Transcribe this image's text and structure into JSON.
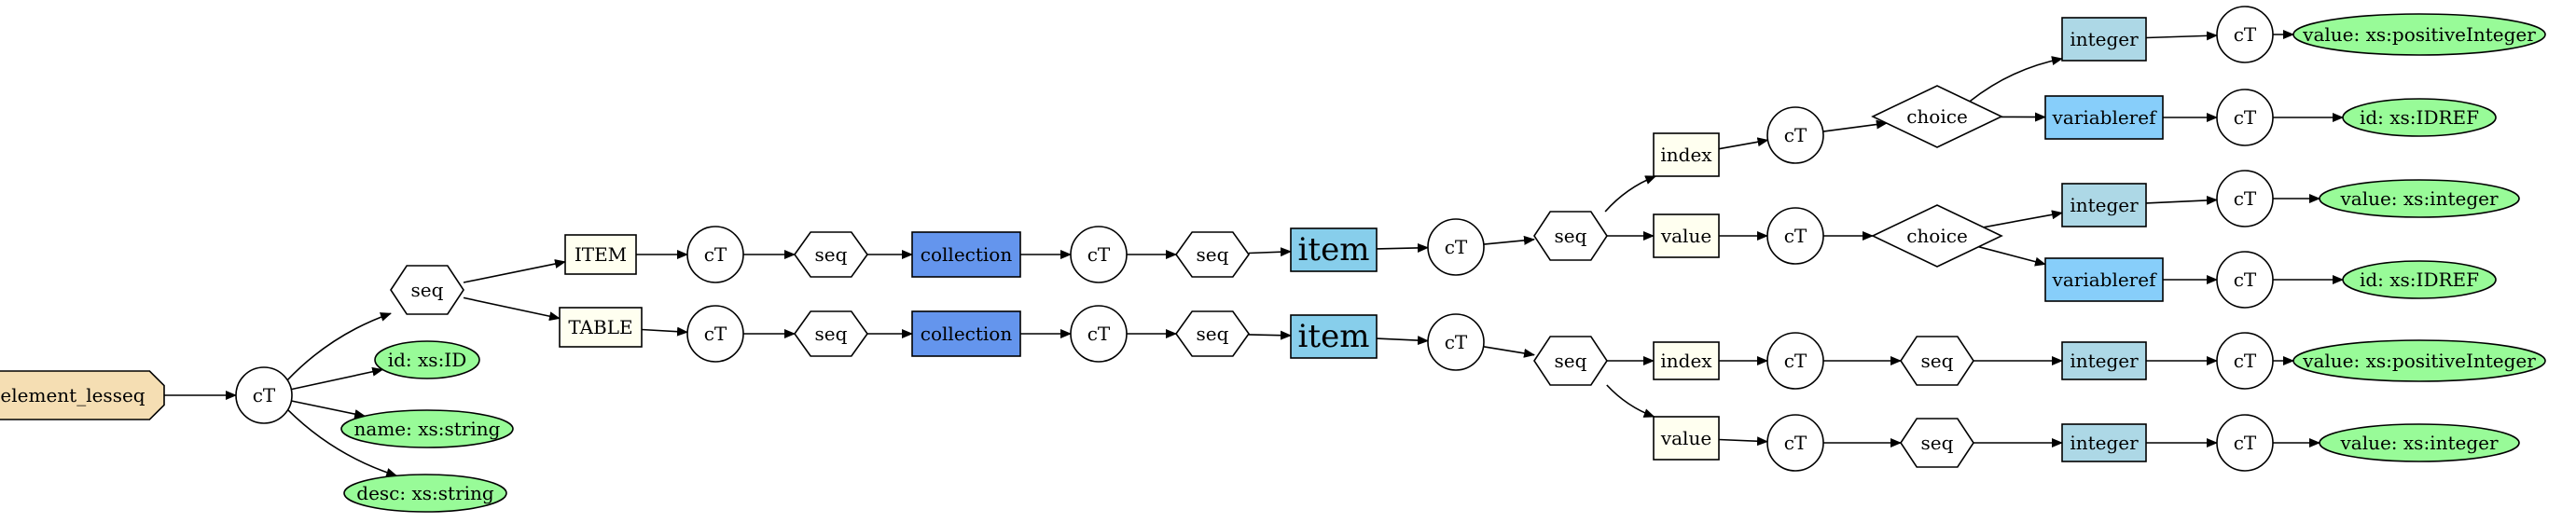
{
  "colors": {
    "root": "#f5deb3",
    "attribute": "#98fb98",
    "element": "#fffff0",
    "collection": "#6495ed",
    "item": "#87ceeb",
    "integer": "#add8e6",
    "variableref": "#87cefa",
    "plain": "#ffffff"
  },
  "nodes": {
    "root": {
      "label": "element_lesseq",
      "shape": "octagon",
      "fill": "root"
    },
    "ct0": {
      "label": "cT",
      "shape": "circle",
      "fill": "plain"
    },
    "seq0": {
      "label": "seq",
      "shape": "hexagon",
      "fill": "plain"
    },
    "attrId": {
      "label": "id: xs:ID",
      "shape": "ellipse",
      "fill": "attribute",
      "outline": true
    },
    "attrName": {
      "label": "name: xs:string",
      "shape": "ellipse",
      "fill": "attribute",
      "outline": false
    },
    "attrDesc": {
      "label": "desc: xs:string",
      "shape": "ellipse",
      "fill": "attribute",
      "outline": false
    },
    "item_el": {
      "label": "ITEM",
      "shape": "box",
      "fill": "element"
    },
    "ct1": {
      "label": "cT",
      "shape": "circle",
      "fill": "plain"
    },
    "seq1": {
      "label": "seq",
      "shape": "hexagon",
      "fill": "plain"
    },
    "coll1": {
      "label": "collection",
      "shape": "box",
      "fill": "collection"
    },
    "ct2": {
      "label": "cT",
      "shape": "circle",
      "fill": "plain"
    },
    "seq2": {
      "label": "seq",
      "shape": "hexagon",
      "fill": "plain"
    },
    "itemA": {
      "label": "item",
      "shape": "box",
      "fill": "item",
      "big": true
    },
    "ct3": {
      "label": "cT",
      "shape": "circle",
      "fill": "plain"
    },
    "seq3": {
      "label": "seq",
      "shape": "hexagon",
      "fill": "plain"
    },
    "indexA": {
      "label": "index",
      "shape": "box",
      "fill": "element"
    },
    "ct4": {
      "label": "cT",
      "shape": "circle",
      "fill": "plain"
    },
    "choiceA": {
      "label": "choice",
      "shape": "diamond",
      "fill": "plain"
    },
    "intA": {
      "label": "integer",
      "shape": "box",
      "fill": "integer"
    },
    "ct5": {
      "label": "cT",
      "shape": "circle",
      "fill": "plain"
    },
    "valA": {
      "label": "value: xs:positiveInteger",
      "shape": "ellipse",
      "fill": "attribute",
      "outline": true
    },
    "varA": {
      "label": "variableref",
      "shape": "box",
      "fill": "variableref"
    },
    "ct6": {
      "label": "cT",
      "shape": "circle",
      "fill": "plain"
    },
    "idA": {
      "label": "id: xs:IDREF",
      "shape": "ellipse",
      "fill": "attribute",
      "outline": false
    },
    "valueA": {
      "label": "value",
      "shape": "box",
      "fill": "element"
    },
    "ct7": {
      "label": "cT",
      "shape": "circle",
      "fill": "plain"
    },
    "choiceB": {
      "label": "choice",
      "shape": "diamond",
      "fill": "plain"
    },
    "intB": {
      "label": "integer",
      "shape": "box",
      "fill": "integer"
    },
    "ct8": {
      "label": "cT",
      "shape": "circle",
      "fill": "plain"
    },
    "valB": {
      "label": "value: xs:integer",
      "shape": "ellipse",
      "fill": "attribute",
      "outline": false
    },
    "varB": {
      "label": "variableref",
      "shape": "box",
      "fill": "variableref"
    },
    "ct9": {
      "label": "cT",
      "shape": "circle",
      "fill": "plain"
    },
    "idB": {
      "label": "id: xs:IDREF",
      "shape": "ellipse",
      "fill": "attribute",
      "outline": false
    },
    "table_el": {
      "label": "TABLE",
      "shape": "box",
      "fill": "element"
    },
    "ct10": {
      "label": "cT",
      "shape": "circle",
      "fill": "plain"
    },
    "seq4": {
      "label": "seq",
      "shape": "hexagon",
      "fill": "plain"
    },
    "coll2": {
      "label": "collection",
      "shape": "box",
      "fill": "collection"
    },
    "ct11": {
      "label": "cT",
      "shape": "circle",
      "fill": "plain"
    },
    "seq5": {
      "label": "seq",
      "shape": "hexagon",
      "fill": "plain"
    },
    "itemB": {
      "label": "item",
      "shape": "box",
      "fill": "item",
      "big": true
    },
    "ct12": {
      "label": "cT",
      "shape": "circle",
      "fill": "plain"
    },
    "seq6": {
      "label": "seq",
      "shape": "hexagon",
      "fill": "plain"
    },
    "indexB": {
      "label": "index",
      "shape": "box",
      "fill": "element"
    },
    "ct13": {
      "label": "cT",
      "shape": "circle",
      "fill": "plain"
    },
    "seq7": {
      "label": "seq",
      "shape": "hexagon",
      "fill": "plain"
    },
    "intC": {
      "label": "integer",
      "shape": "box",
      "fill": "integer"
    },
    "ct14": {
      "label": "cT",
      "shape": "circle",
      "fill": "plain"
    },
    "valC": {
      "label": "value: xs:positiveInteger",
      "shape": "ellipse",
      "fill": "attribute",
      "outline": true
    },
    "valueB": {
      "label": "value",
      "shape": "box",
      "fill": "element"
    },
    "ct15": {
      "label": "cT",
      "shape": "circle",
      "fill": "plain"
    },
    "seq8": {
      "label": "seq",
      "shape": "hexagon",
      "fill": "plain"
    },
    "intD": {
      "label": "integer",
      "shape": "box",
      "fill": "integer"
    },
    "ct16": {
      "label": "cT",
      "shape": "circle",
      "fill": "plain"
    },
    "valD": {
      "label": "value: xs:integer",
      "shape": "ellipse",
      "fill": "attribute",
      "outline": false
    }
  },
  "edges": [
    [
      "root",
      "ct0"
    ],
    [
      "ct0",
      "seq0"
    ],
    [
      "ct0",
      "attrId"
    ],
    [
      "ct0",
      "attrName"
    ],
    [
      "ct0",
      "attrDesc"
    ],
    [
      "seq0",
      "item_el"
    ],
    [
      "seq0",
      "table_el"
    ],
    [
      "item_el",
      "ct1"
    ],
    [
      "ct1",
      "seq1"
    ],
    [
      "seq1",
      "coll1"
    ],
    [
      "coll1",
      "ct2"
    ],
    [
      "ct2",
      "seq2"
    ],
    [
      "seq2",
      "itemA"
    ],
    [
      "itemA",
      "ct3"
    ],
    [
      "ct3",
      "seq3"
    ],
    [
      "seq3",
      "indexA"
    ],
    [
      "seq3",
      "valueA"
    ],
    [
      "indexA",
      "ct4"
    ],
    [
      "ct4",
      "choiceA"
    ],
    [
      "choiceA",
      "intA"
    ],
    [
      "choiceA",
      "varA"
    ],
    [
      "intA",
      "ct5"
    ],
    [
      "ct5",
      "valA"
    ],
    [
      "varA",
      "ct6"
    ],
    [
      "ct6",
      "idA"
    ],
    [
      "valueA",
      "ct7"
    ],
    [
      "ct7",
      "choiceB"
    ],
    [
      "choiceB",
      "intB"
    ],
    [
      "choiceB",
      "varB"
    ],
    [
      "intB",
      "ct8"
    ],
    [
      "ct8",
      "valB"
    ],
    [
      "varB",
      "ct9"
    ],
    [
      "ct9",
      "idB"
    ],
    [
      "table_el",
      "ct10"
    ],
    [
      "ct10",
      "seq4"
    ],
    [
      "seq4",
      "coll2"
    ],
    [
      "coll2",
      "ct11"
    ],
    [
      "ct11",
      "seq5"
    ],
    [
      "seq5",
      "itemB"
    ],
    [
      "itemB",
      "ct12"
    ],
    [
      "ct12",
      "seq6"
    ],
    [
      "seq6",
      "indexB"
    ],
    [
      "seq6",
      "valueB"
    ],
    [
      "indexB",
      "ct13"
    ],
    [
      "ct13",
      "seq7"
    ],
    [
      "seq7",
      "intC"
    ],
    [
      "intC",
      "ct14"
    ],
    [
      "ct14",
      "valC"
    ],
    [
      "valueB",
      "ct15"
    ],
    [
      "ct15",
      "seq8"
    ],
    [
      "seq8",
      "intD"
    ],
    [
      "intD",
      "ct16"
    ],
    [
      "ct16",
      "valD"
    ]
  ]
}
